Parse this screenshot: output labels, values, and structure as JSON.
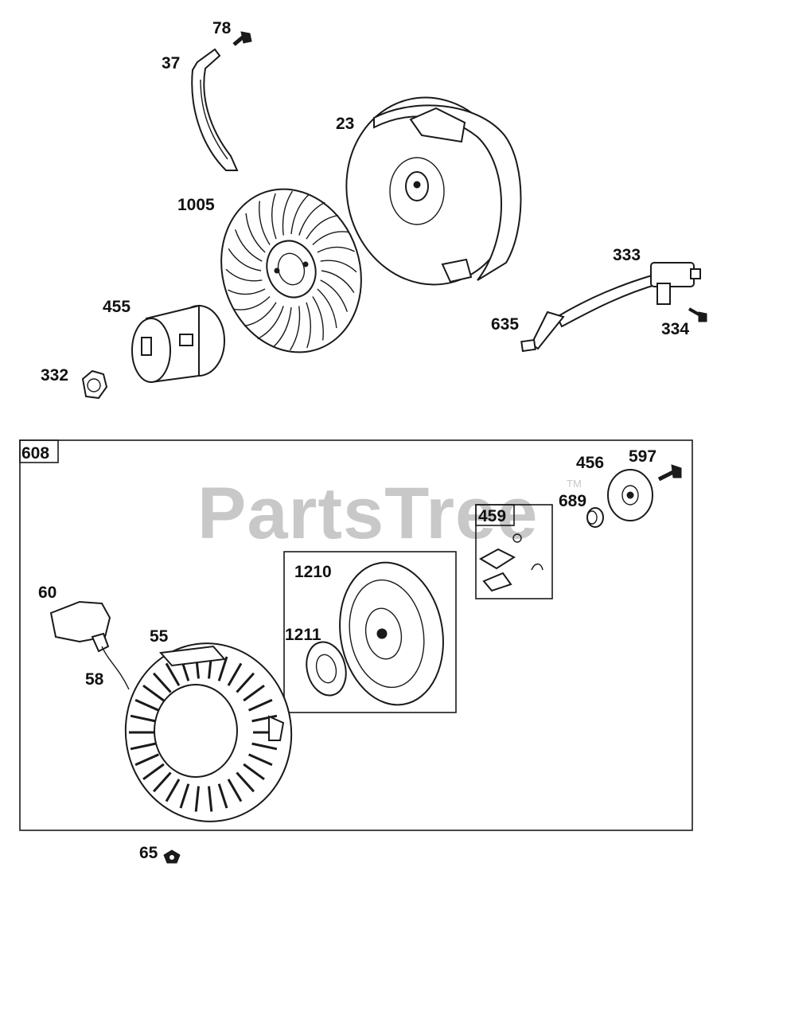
{
  "watermark": {
    "text": "PartsTree",
    "tm": "TM"
  },
  "callouts": {
    "p78": "78",
    "p37": "37",
    "p23": "23",
    "p1005": "1005",
    "p455": "455",
    "p332": "332",
    "p333": "333",
    "p635": "635",
    "p334": "334",
    "p456": "456",
    "p597": "597",
    "p689": "689",
    "p1210": "1210",
    "p1211": "1211",
    "p60": "60",
    "p55": "55",
    "p58": "58",
    "p65": "65"
  },
  "boxes": {
    "b608": "608",
    "b459": "459"
  }
}
